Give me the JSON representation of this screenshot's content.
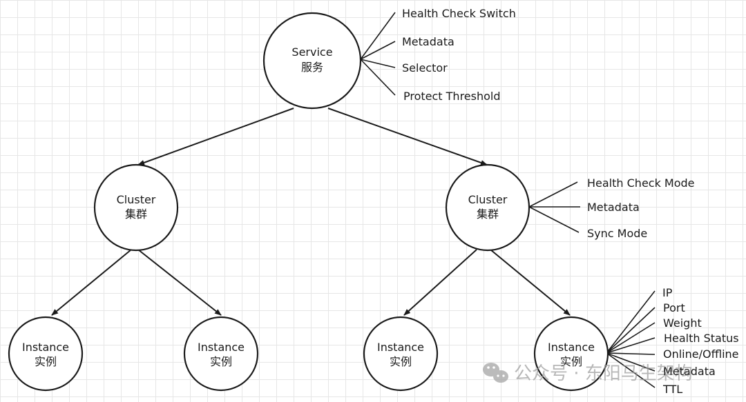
{
  "nodes": {
    "service": {
      "title": "Service",
      "subtitle": "服务"
    },
    "cluster_left": {
      "title": "Cluster",
      "subtitle": "集群"
    },
    "cluster_right": {
      "title": "Cluster",
      "subtitle": "集群"
    },
    "instance_1": {
      "title": "Instance",
      "subtitle": "实例"
    },
    "instance_2": {
      "title": "Instance",
      "subtitle": "实例"
    },
    "instance_3": {
      "title": "Instance",
      "subtitle": "实例"
    },
    "instance_4": {
      "title": "Instance",
      "subtitle": "实例"
    }
  },
  "service_attributes": [
    "Health Check Switch",
    "Metadata",
    "Selector",
    "Protect Threshold"
  ],
  "cluster_attributes": [
    "Health Check Mode",
    "Metadata",
    "Sync Mode"
  ],
  "instance_attributes": [
    "IP",
    "Port",
    "Weight",
    "Health Status",
    "Online/Offline",
    "Metadata",
    "TTL"
  ],
  "watermark": {
    "text": "公众号 · 东阳马生架构",
    "icon": "wechat-icon"
  }
}
